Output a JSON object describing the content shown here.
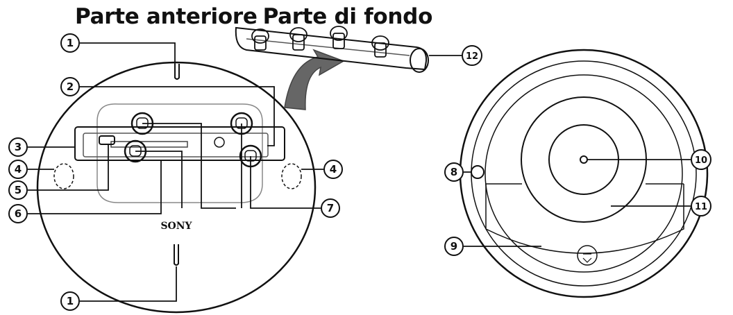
{
  "titles": {
    "front": "Parte anteriore",
    "bottom": "Parte di fondo"
  },
  "brand": "SONY",
  "callouts": {
    "c1": "1",
    "c2": "2",
    "c3": "3",
    "c4": "4",
    "c5": "5",
    "c6": "6",
    "c7": "7",
    "c8": "8",
    "c9": "9",
    "c10": "10",
    "c11": "11",
    "c12": "12"
  }
}
